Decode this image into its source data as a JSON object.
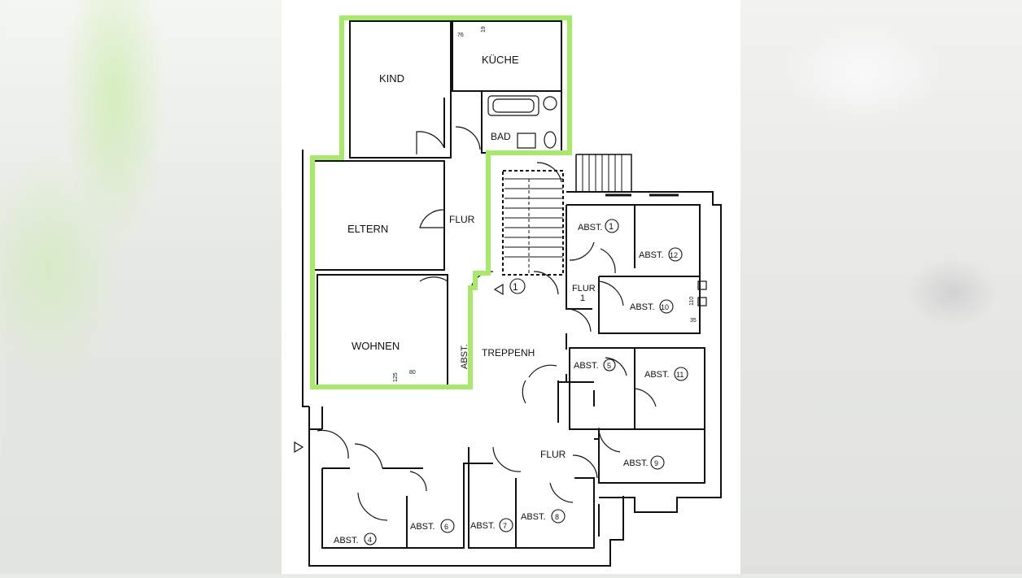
{
  "plan": {
    "rooms": {
      "kind": "KIND",
      "kueche": "KÜCHE",
      "bad": "BAD",
      "eltern": "ELTERN",
      "flur_main": "FLUR",
      "wohnen": "WOHNEN",
      "abst_hall": "ABST.",
      "treppenhaus": "TREPPENH",
      "flur_1": "FLUR",
      "flur_1_num": "1",
      "flur_lower": "FLUR",
      "abst_1": "ABST.",
      "abst_12": "ABST.",
      "abst_10": "ABST.",
      "abst_5": "ABST.",
      "abst_11": "ABST.",
      "abst_9": "ABST.",
      "abst_4": "ABST.",
      "abst_6": "ABST.",
      "abst_7": "ABST.",
      "abst_8": "ABST."
    },
    "numbers": {
      "n1": "1",
      "n12": "12",
      "n10": "10",
      "n5": "5",
      "n11": "11",
      "n9": "9",
      "n4": "4",
      "n6": "6",
      "n7": "7",
      "n8": "8",
      "stair": "1"
    },
    "dims": {
      "d76": "76",
      "d19": "19",
      "d125": "125",
      "d80": "80",
      "d110": "110",
      "d35": "35"
    },
    "highlight_color": "#a8e86a",
    "line_color": "#111111"
  }
}
